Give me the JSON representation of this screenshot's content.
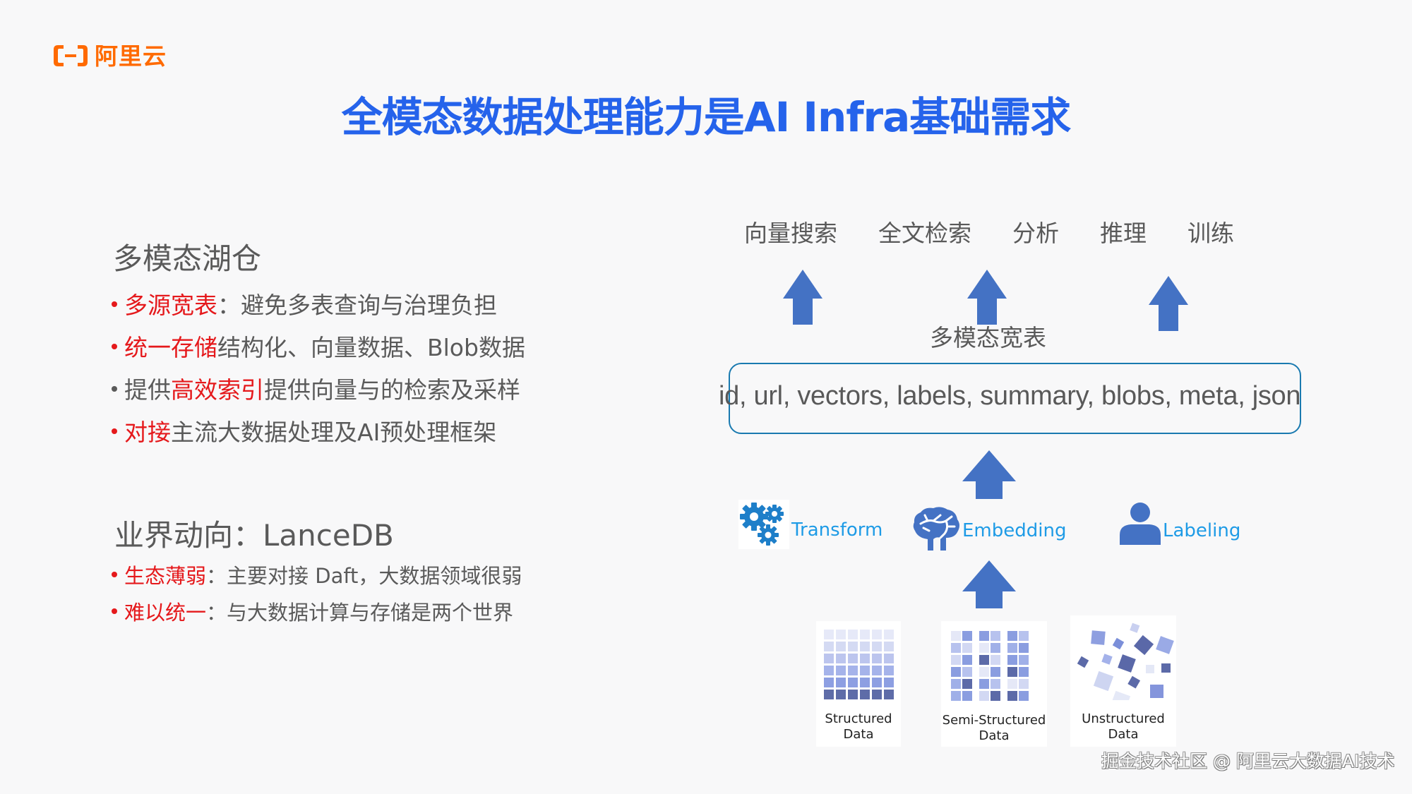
{
  "logo": {
    "text": "阿里云",
    "brand_color": "#ff6a00"
  },
  "title": "全模态数据处理能力是AI Infra基础需求",
  "left": {
    "section1": {
      "heading": "多模态湖仓",
      "bullets": [
        {
          "highlight": "多源宽表",
          "rest": "：避免多表查询与治理负担",
          "dot": "red"
        },
        {
          "highlight": "统一存储",
          "rest": "结构化、向量数据、Blob数据",
          "dot": "red"
        },
        {
          "prefix": "提供",
          "highlight": "高效索引",
          "rest": "提供向量与的检索及采样",
          "dot": "gray"
        },
        {
          "highlight": "对接",
          "rest": "主流大数据处理及AI预处理框架",
          "dot": "red"
        }
      ]
    },
    "section2": {
      "heading": "业界动向：LanceDB",
      "bullets": [
        {
          "highlight": "生态薄弱",
          "rest": "：主要对接 Daft，大数据领域很弱",
          "dot": "red"
        },
        {
          "highlight": "难以统一",
          "rest": "：与大数据计算与存储是两个世界",
          "dot": "red"
        }
      ]
    }
  },
  "diagram": {
    "use_cases": [
      "向量搜索",
      "全文检索",
      "分析",
      "推理",
      "训练"
    ],
    "wide_table_label": "多模态宽表",
    "schema_fields": "id, url, vectors, labels, summary, blobs, meta, json",
    "processing": [
      {
        "label": "Transform",
        "icon": "gears-icon"
      },
      {
        "label": "Embedding",
        "icon": "brain-icon"
      },
      {
        "label": "Labeling",
        "icon": "person-icon"
      }
    ],
    "sources": [
      {
        "line1": "Structured",
        "line2": "Data"
      },
      {
        "line1": "Semi-Structured",
        "line2": "Data"
      },
      {
        "line1": "Unstructured",
        "line2": "Data"
      }
    ],
    "arrow_color": "#4472c4",
    "box_border_color": "#1a7ab0",
    "label_color": "#1e9be6"
  },
  "watermark": "掘金技术社区 @ 阿里云大数据AI技术",
  "colors": {
    "title": "#2563eb",
    "highlight": "#e5191c",
    "body_text": "#5a5a5a"
  }
}
